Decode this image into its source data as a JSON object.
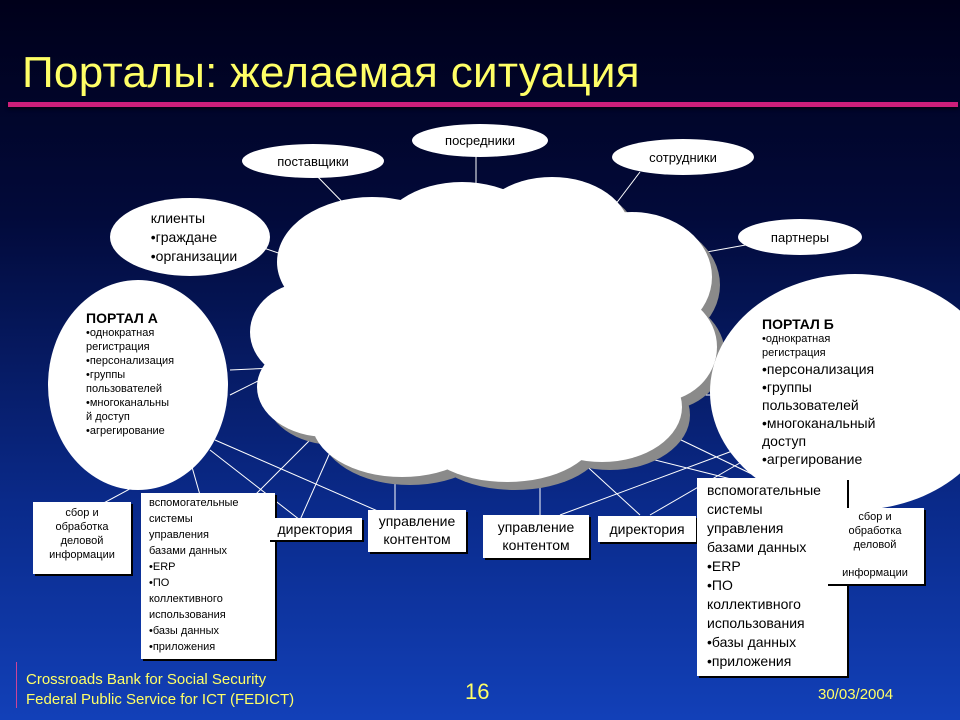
{
  "slide": {
    "title": "Порталы: желаемая ситуация",
    "page_number": "16",
    "date": "30/03/2004",
    "footer_line1": "Crossroads Bank for Social Security",
    "footer_line2": "Federal Public Service for ICT (FEDICT)"
  },
  "stakeholders": {
    "suppliers": "поставщики",
    "intermediaries": "посредники",
    "employees": "сотрудники",
    "partners": "партнеры",
    "clients": [
      "клиенты",
      "•граждане",
      "•организации"
    ]
  },
  "portal_a": {
    "title": "ПОРТАЛ А",
    "items": [
      "•однократная",
      "регистрация",
      "•персонализация",
      "•группы",
      "пользователей",
      "•многоканальны",
      "й доступ",
      "•агрегирование"
    ]
  },
  "portal_b": {
    "title": "ПОРТАЛ Б",
    "items_small": [
      "•однократная",
      "регистрация"
    ],
    "items": [
      "•персонализация",
      "•группы",
      "пользователей",
      "•многоканальный",
      "доступ",
      "•агрегирование"
    ]
  },
  "left_boxes": {
    "collect": [
      "сбор и",
      "обработка",
      "деловой",
      "информации"
    ],
    "support": [
      "вспомогательные",
      "системы",
      "управления",
      "базами данных",
      "•ERP",
      "•ПО",
      "коллективного",
      "использования",
      "•базы данных",
      "•приложения"
    ],
    "directory": "директория",
    "content": [
      "управление",
      "контентом"
    ]
  },
  "right_boxes": {
    "content": [
      "управление",
      "контентом"
    ],
    "directory": "директория",
    "support": [
      "вспомогательные",
      "системы",
      "управления",
      "базами данных",
      "•ERP",
      "•ПО",
      "коллективного",
      "использования",
      "•базы данных",
      "•приложения"
    ],
    "collect": [
      "сбор и",
      "обработка",
      "деловой",
      "",
      "информации"
    ]
  }
}
